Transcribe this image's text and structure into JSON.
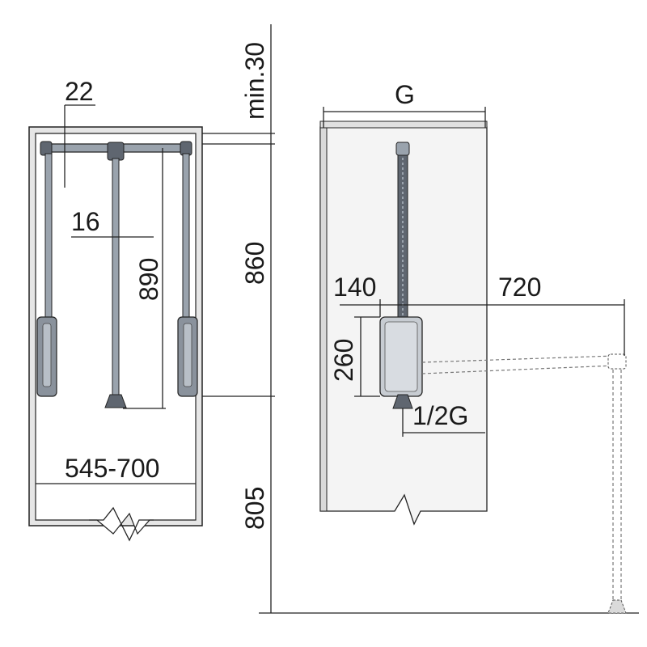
{
  "labels": {
    "min30": "min.30",
    "d22": "22",
    "d16": "16",
    "d890": "890",
    "d860": "860",
    "d545_700": "545-700",
    "d805": "805",
    "G": "G",
    "d140": "140",
    "d720": "720",
    "d260": "260",
    "halfG": "1/2G"
  },
  "colors": {
    "panel": "#e6e6e6",
    "panel_light": "#f4f4f4",
    "inner": "#ffffff",
    "metal": "#9aa3ad",
    "metal_dark": "#5f6670",
    "outline": "#222222"
  }
}
